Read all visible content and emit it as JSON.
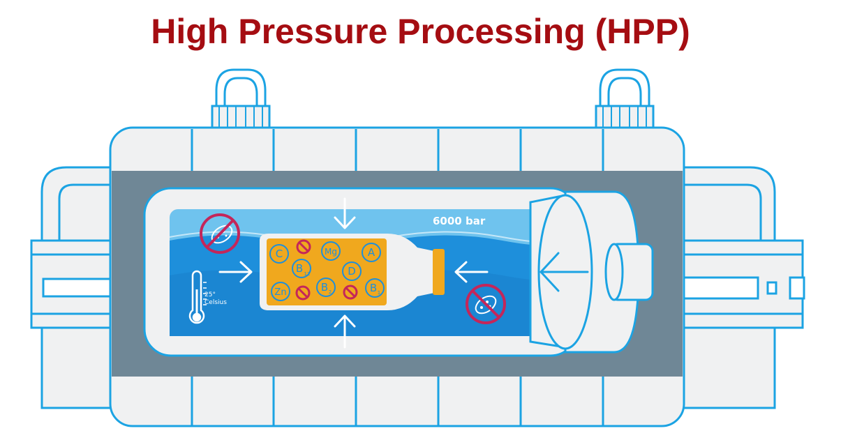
{
  "title": "High Pressure Processing (HPP)",
  "pressure_label": "6000 bar",
  "temperature": {
    "value": "25°",
    "unit": "Celsius"
  },
  "nutrients": {
    "c": "C",
    "mg": "Mg",
    "a": "A",
    "b12": "B",
    "b12_sub": "12",
    "d": "D",
    "zn": "Zn",
    "b2": "B",
    "b2_sub": "2",
    "b1": "B",
    "b1_sub": "1"
  },
  "colors": {
    "title": "#a50d12",
    "outline": "#1ba3e3",
    "vessel": "#6f8796",
    "water_light": "#6fc3ee",
    "water_dark": "#1e8fdb",
    "juice": "#f0a81e",
    "prohibit": "#c4265a",
    "panel": "#f0f1f2"
  },
  "icons": [
    "prohibited-microbe-icon",
    "thermometer-icon",
    "pressure-arrow-icon",
    "prohibited-icon"
  ]
}
